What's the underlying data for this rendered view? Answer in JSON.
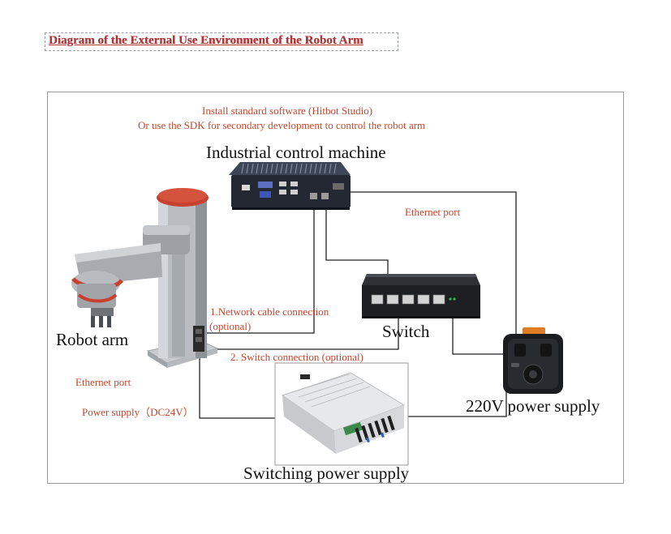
{
  "header": {
    "title": "Diagram of the External Use Environment of the Robot Arm"
  },
  "software_note": {
    "line1": "Install standard software (Hitbot Studio)",
    "line2": "Or use the SDK for secondary development to control the robot arm"
  },
  "components": {
    "ipc": "Industrial control machine",
    "robot": "Robot arm",
    "switch": "Switch",
    "power220": "220V power supply",
    "psu": "Switching power supply"
  },
  "annotations": {
    "ipc_ethernet": "Ethernet port",
    "network_line1": "1.Network cable connection",
    "network_line2": "(optional)",
    "switch_connection": "2. Switch connection (optional)",
    "robot_ethernet": "Ethernet port",
    "robot_power": "Power supply（DC24V）"
  },
  "colors": {
    "annotation_red": "#c7462e",
    "title_red": "#b0363a",
    "robot_accent": "#c8402f",
    "psu_screen": "#3c8a4a"
  }
}
